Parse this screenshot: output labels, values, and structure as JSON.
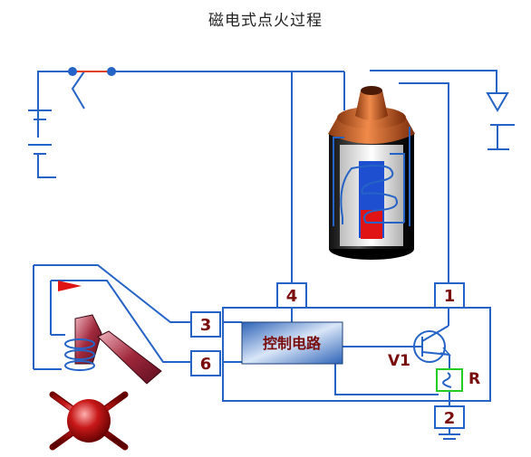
{
  "title": "磁电式点火过程",
  "control_circuit_label": "控制电路",
  "terminals": {
    "t1": "1",
    "t2": "2",
    "t3": "3",
    "t4": "4",
    "t6": "6"
  },
  "transistor_label": "V1",
  "resistor_label": "R",
  "colors": {
    "wire": "#2563c7",
    "label_red": "#8b1010",
    "box_fill": "#5b8fd0",
    "resistor_border": "#22cc22"
  }
}
